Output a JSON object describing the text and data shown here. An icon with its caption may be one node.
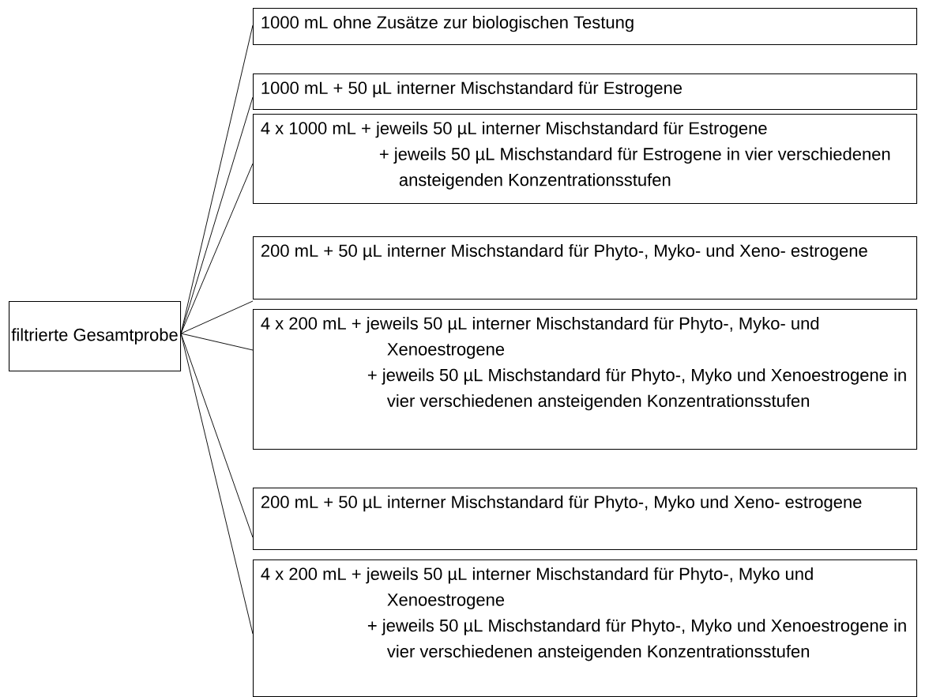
{
  "diagram": {
    "nodes": [
      {
        "text": [
          "filtrierte Gesamtprobe"
        ]
      },
      {
        "text": [
          "1000 mL ohne Zusätze zur biologischen Testung"
        ]
      },
      {
        "text": [
          "1000 mL + 50 µL interner Mischstandard für Estrogene"
        ]
      },
      {
        "text": [
          "4 x 1000 mL + jeweils 50 µL interner Mischstandard für Estrogene",
          "+ jeweils 50 µL Mischstandard für Estrogene in vier verschiedenen ansteigenden Konzentrationsstufen"
        ]
      },
      {
        "text": [
          "200 mL + 50 µL interner Mischstandard für Phyto-, Myko- und Xeno- estrogene"
        ]
      },
      {
        "text": [
          "4 x 200 mL + jeweils 50 µL interner Mischstandard für Phyto-, Myko- und Xenoestrogene",
          "+ jeweils 50 µL Mischstandard für Phyto-, Myko und Xenoestrogene in vier verschiedenen ansteigenden Konzentrationsstufen"
        ]
      },
      {
        "text": [
          "200 mL + 50 µL interner Mischstandard für Phyto-, Myko und Xeno- estrogene"
        ]
      },
      {
        "text": [
          "4 x 200 mL + jeweils 50 µL interner Mischstandard für Phyto-, Myko und Xenoestrogene",
          "+ jeweils 50 µL Mischstandard für Phyto-, Myko und Xenoestrogene in vier verschiedenen ansteigenden Konzentrationsstufen"
        ]
      }
    ],
    "edges": [
      {
        "from": 0,
        "to": 1,
        "arrow": "none"
      },
      {
        "from": 0,
        "to": 2,
        "arrow": "none"
      },
      {
        "from": 0,
        "to": 3,
        "arrow": "none"
      },
      {
        "from": 0,
        "to": 4,
        "arrow": "none"
      },
      {
        "from": 0,
        "to": 5,
        "arrow": "none"
      },
      {
        "from": 0,
        "to": 6,
        "arrow": "none"
      },
      {
        "from": 0,
        "to": 7,
        "arrow": "none"
      }
    ]
  }
}
